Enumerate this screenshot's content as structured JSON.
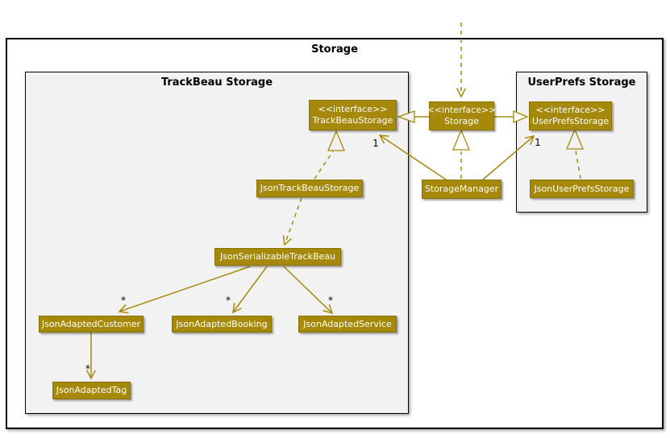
{
  "diagram_title": "Storage",
  "containers": {
    "trackbeau": {
      "title": "TrackBeau Storage"
    },
    "userprefs": {
      "title": "UserPrefs Storage"
    }
  },
  "stereotype": "<<interface>>",
  "nodes": {
    "trackbeau_storage": {
      "label": "TrackBeauStorage"
    },
    "storage_interface": {
      "label": "Storage"
    },
    "userprefs_storage": {
      "label": "UserPrefsStorage"
    },
    "json_trackbeau_storage": {
      "label": "JsonTrackBeauStorage"
    },
    "storage_manager": {
      "label": "StorageManager"
    },
    "json_userprefs_storage": {
      "label": "JsonUserPrefsStorage"
    },
    "json_serializable_trackbeau": {
      "label": "JsonSerializableTrackBeau"
    },
    "json_adapted_customer": {
      "label": "JsonAdaptedCustomer"
    },
    "json_adapted_booking": {
      "label": "JsonAdaptedBooking"
    },
    "json_adapted_service": {
      "label": "JsonAdaptedService"
    },
    "json_adapted_tag": {
      "label": "JsonAdaptedTag"
    }
  },
  "multiplicities": {
    "storagemanager_trackbeau": "1",
    "storagemanager_userprefs": "1",
    "serializable_customer": "*",
    "serializable_booking": "*",
    "serializable_service": "*",
    "customer_tag": "*"
  },
  "colors": {
    "node_fill": "#A6890B",
    "node_text": "#FFFFFF",
    "edge": "#A6890B",
    "container_fill": "#F2F2F2",
    "border": "#000000"
  }
}
